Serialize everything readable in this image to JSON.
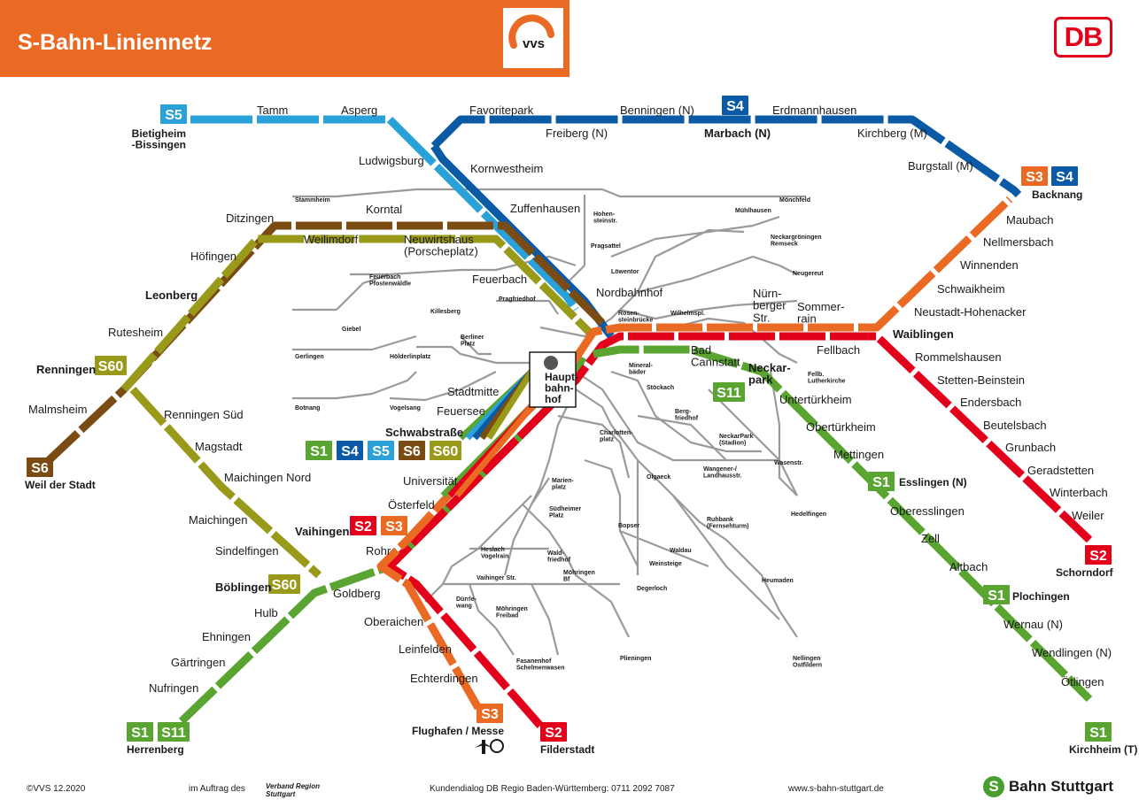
{
  "header": {
    "title": "S-Bahn-Liniennetz",
    "vvs_logo_text": "vvs",
    "db_logo_text": "DB"
  },
  "colors": {
    "S1": "#5aa532",
    "S11": "#5aa532",
    "S2": "#e2001a",
    "S3": "#ea6a23",
    "S4": "#0a5aa6",
    "S5": "#2aa1d8",
    "S6": "#7a4b13",
    "S60": "#9a9a1a",
    "ubahn": "#9a9a9a",
    "header": "#ea6a23",
    "db": "#e2001a"
  },
  "stations": {
    "bietigheim": "Bietigheim\n-Bissingen",
    "tamm": "Tamm",
    "asperg": "Asperg",
    "ludwigsburg": "Ludwigsburg",
    "favoritepark": "Favoritepark",
    "freiberg": "Freiberg (N)",
    "benningen": "Benningen (N)",
    "marbach": "Marbach (N)",
    "erdmannhausen": "Erdmannhausen",
    "kirchberg": "Kirchberg (M)",
    "burgstall": "Burgstall (M)",
    "backnang": "Backnang",
    "kornwestheim": "Kornwestheim",
    "zuffenhausen": "Zuffenhausen",
    "ditzingen": "Ditzingen",
    "korntal": "Korntal",
    "weilimdorf": "Weilimdorf",
    "neuwirtshaus": "Neuwirtshaus\n(Porscheplatz)",
    "hoefingen": "Höfingen",
    "leonberg": "Leonberg",
    "rutesheim": "Rutesheim",
    "renningen": "Renningen",
    "malmsheim": "Malmsheim",
    "weil_der_stadt": "Weil der Stadt",
    "renningen_sued": "Renningen Süd",
    "magstadt": "Magstadt",
    "maichingen_nord": "Maichingen Nord",
    "maichingen": "Maichingen",
    "sindelfingen": "Sindelfingen",
    "boeblingen": "Böblingen",
    "goldberg": "Goldberg",
    "hulb": "Hulb",
    "ehningen": "Ehningen",
    "gaertringen": "Gärtringen",
    "nufringen": "Nufringen",
    "herrenberg": "Herrenberg",
    "feuerbach": "Feuerbach",
    "nordbahnhof": "Nordbahnhof",
    "hauptbahnhof": "Haupt-\nbahn-\nhof",
    "stadtmitte": "Stadtmitte",
    "feuersee": "Feuersee",
    "schwabstrasse": "Schwabstraße",
    "universitaet": "Universität",
    "oesterfeld": "Österfeld",
    "vaihingen": "Vaihingen",
    "rohr": "Rohr",
    "oberaichen": "Oberaichen",
    "leinfelden": "Leinfelden",
    "echterdingen": "Echterdingen",
    "flughafen": "Flughafen / Messe",
    "filderstadt": "Filderstadt",
    "bad_cannstatt": "Bad\nCannstatt",
    "nuernberger_str": "Nürn-\nberger\nStr.",
    "sommerrain": "Sommer-\nrain",
    "fellbach": "Fellbach",
    "waiblingen": "Waiblingen",
    "neustadt_hohenacker": "Neustadt-Hohenacker",
    "schwaikheim": "Schwaikheim",
    "winnenden": "Winnenden",
    "nellmersbach": "Nellmersbach",
    "maubach": "Maubach",
    "neckarpark": "Neckar-\npark",
    "untertuerkheim": "Untertürkheim",
    "obertuerkheim": "Obertürkheim",
    "mettingen": "Mettingen",
    "esslingen": "Esslingen (N)",
    "oberesslingen": "Oberesslingen",
    "zell": "Zell",
    "altbach": "Altbach",
    "plochingen": "Plochingen",
    "wernau": "Wernau (N)",
    "wendlingen": "Wendlingen (N)",
    "oetlingen": "Ötlingen",
    "kirchheim": "Kirchheim (T)",
    "rommelshausen": "Rommelshausen",
    "stetten_beinstein": "Stetten-Beinstein",
    "endersbach": "Endersbach",
    "beutelsbach": "Beutelsbach",
    "grunbach": "Grunbach",
    "geradstetten": "Geradstetten",
    "winterbach": "Winterbach",
    "weiler": "Weiler",
    "schorndorf": "Schorndorf"
  },
  "ubahn_labels": {
    "stammheim": "Stammheim",
    "moenchfeld": "Mönchfeld",
    "hohensteinstr": "Hohen-\nsteinstr.",
    "pragsattel": "Pragsattel",
    "loewentor": "Löwentor",
    "muehlhausen": "Mühlhausen",
    "neckargroeningen": "Neckargröningen\nRemseck",
    "neugereut": "Neugereut",
    "feuerbach_pfostenwaeldle": "Feuerbach\nPfostenwäldle",
    "killesberg": "Killesberg",
    "pragfriedhof": "Pragfriedhof",
    "giebel": "Giebel",
    "gerlingen": "Gerlingen",
    "hoelderlinplatz": "Hölderlinplatz",
    "berliner_platz": "Berliner\nPlatz",
    "botnang": "Botnang",
    "vogelsang": "Vogelsang",
    "rosensteinbruecke": "Rosen-\nsteinbrücke",
    "wilhelmspl": "Wilhelmspl.",
    "mineralbaeder": "Mineral-\nbäder",
    "stoeckach": "Stöckach",
    "fellbach_lutherkirche": "Fellb.\nLutherkirche",
    "bergfriedhof": "Berg-\nfriedhof",
    "neckarpark_stadion": "NeckarPark\n(Stadion)",
    "wangener_landhausstr": "Wangener-/\nLandhausstr.",
    "wasenstr": "Wasenstr.",
    "hedelfingen": "Hedelfingen",
    "charlottenplatz": "Charlotten-\nplatz",
    "olgaeck": "Olgaeck",
    "marienplatz": "Marien-\nplatz",
    "suedheimer_platz": "Südheimer\nPlatz",
    "heslach_vogelrain": "Heslach\nVogelrain",
    "waldfriedhof": "Wald-\nfriedhof",
    "ruhbank": "Ruhbank\n(Fernsehturm)",
    "bopser": "Bopser",
    "waldau": "Waldau",
    "weinsteige": "Weinsteige",
    "degerloch": "Degerloch",
    "heumaden": "Heumaden",
    "vaihinger_str": "Vaihinger Str.",
    "moehringen_bf": "Möhringen\nBf",
    "duerrlewang": "Dürrle-\nwang",
    "moehringen_freibad": "Möhringen\nFreibad",
    "fasanenhof": "Fasanenhof\nSchelmenwasen",
    "plieningen": "Plieningen",
    "nellingen_ostfildern": "Nellingen\nOstfildern"
  },
  "footer": {
    "copyright": "©VVS 12.2020",
    "auftrag": "im Auftrag des",
    "verband": "Verband Region\nStuttgart",
    "kundendialog": "Kundendialog DB Regio Baden-Württemberg: 0711 2092 7087",
    "website": "www.s-bahn-stuttgart.de",
    "sbahn_logo_mark": "S",
    "sbahn_brand": "Bahn Stuttgart"
  }
}
